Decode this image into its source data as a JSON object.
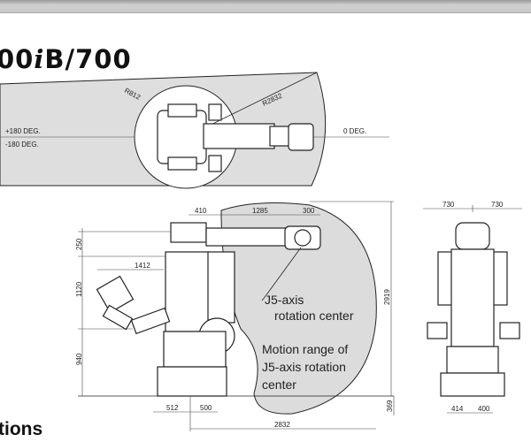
{
  "page": {
    "title_prefix": "00",
    "title_italic": "i",
    "title_suffix": "B/700",
    "section_heading": "tions"
  },
  "top_view": {
    "plus_angle": "+180 DEG.",
    "minus_angle": "-180 DEG.",
    "zero_angle": "0 DEG.",
    "radius_inner": "R812",
    "radius_outer": "R2832"
  },
  "side_view": {
    "dims": {
      "d410": "410",
      "d1285": "1285",
      "d300": "300",
      "d250": "250",
      "d1412": "1412",
      "d1120": "1120",
      "d940": "940",
      "d2919": "2919",
      "d369": "369",
      "d512": "512",
      "d500": "500",
      "d2832": "2832"
    },
    "j5_label_1": "J5-axis",
    "j5_label_2": "rotation center",
    "range_label_1": "Motion range of",
    "range_label_2": "J5-axis rotation",
    "range_label_3": "center"
  },
  "front_view": {
    "dims": {
      "d730a": "730",
      "d730b": "730",
      "d414": "414",
      "d400": "400"
    }
  }
}
